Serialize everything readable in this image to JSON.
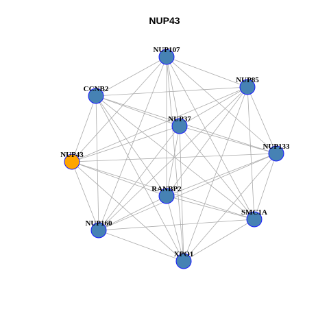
{
  "title": "NUP43",
  "colors": {
    "node_default": "#4682B4",
    "node_highlight": "#FFA500",
    "node_border": "#1A1AFF",
    "edge": "#AAAAAA"
  },
  "nodes": [
    {
      "id": "NUP107",
      "label": "NUP107",
      "highlight": false
    },
    {
      "id": "NUP85",
      "label": "NUP85",
      "highlight": false
    },
    {
      "id": "CCNB2",
      "label": "CCNB2",
      "highlight": false
    },
    {
      "id": "NUP37",
      "label": "NUP37",
      "highlight": false
    },
    {
      "id": "NUP133",
      "label": "NUP133",
      "highlight": false
    },
    {
      "id": "NUP43",
      "label": "NUP43",
      "highlight": true
    },
    {
      "id": "RANBP2",
      "label": "RANBP2",
      "highlight": false
    },
    {
      "id": "SMC1A",
      "label": "SMC1A",
      "highlight": false
    },
    {
      "id": "NUP160",
      "label": "NUP160",
      "highlight": false
    },
    {
      "id": "XPO1",
      "label": "XPO1",
      "highlight": false
    }
  ],
  "edges": [
    [
      "NUP107",
      "NUP85"
    ],
    [
      "NUP107",
      "CCNB2"
    ],
    [
      "NUP107",
      "NUP37"
    ],
    [
      "NUP107",
      "NUP133"
    ],
    [
      "NUP107",
      "NUP43"
    ],
    [
      "NUP107",
      "RANBP2"
    ],
    [
      "NUP107",
      "SMC1A"
    ],
    [
      "NUP107",
      "NUP160"
    ],
    [
      "NUP107",
      "XPO1"
    ],
    [
      "NUP85",
      "CCNB2"
    ],
    [
      "NUP85",
      "NUP37"
    ],
    [
      "NUP85",
      "NUP133"
    ],
    [
      "NUP85",
      "NUP43"
    ],
    [
      "NUP85",
      "RANBP2"
    ],
    [
      "NUP85",
      "SMC1A"
    ],
    [
      "NUP85",
      "NUP160"
    ],
    [
      "NUP85",
      "XPO1"
    ],
    [
      "CCNB2",
      "NUP37"
    ],
    [
      "CCNB2",
      "NUP133"
    ],
    [
      "CCNB2",
      "NUP43"
    ],
    [
      "CCNB2",
      "RANBP2"
    ],
    [
      "CCNB2",
      "SMC1A"
    ],
    [
      "CCNB2",
      "NUP160"
    ],
    [
      "CCNB2",
      "XPO1"
    ],
    [
      "NUP37",
      "NUP133"
    ],
    [
      "NUP37",
      "NUP43"
    ],
    [
      "NUP37",
      "RANBP2"
    ],
    [
      "NUP37",
      "SMC1A"
    ],
    [
      "NUP37",
      "NUP160"
    ],
    [
      "NUP37",
      "XPO1"
    ],
    [
      "NUP133",
      "NUP43"
    ],
    [
      "NUP133",
      "RANBP2"
    ],
    [
      "NUP133",
      "SMC1A"
    ],
    [
      "NUP133",
      "NUP160"
    ],
    [
      "NUP133",
      "XPO1"
    ],
    [
      "NUP43",
      "RANBP2"
    ],
    [
      "NUP43",
      "SMC1A"
    ],
    [
      "NUP43",
      "NUP160"
    ],
    [
      "NUP43",
      "XPO1"
    ],
    [
      "RANBP2",
      "SMC1A"
    ],
    [
      "RANBP2",
      "NUP160"
    ],
    [
      "RANBP2",
      "XPO1"
    ],
    [
      "SMC1A",
      "NUP160"
    ],
    [
      "SMC1A",
      "XPO1"
    ],
    [
      "NUP160",
      "XPO1"
    ]
  ]
}
